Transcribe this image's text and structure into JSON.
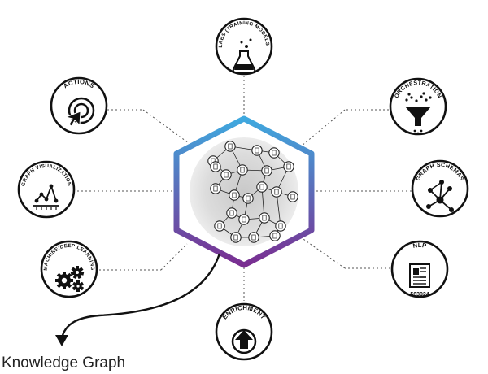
{
  "hub": {
    "label": "Knowledge Graph"
  },
  "modules": [
    {
      "id": "labs",
      "label": "LABS (TRAINING MODELS)",
      "icon": "flask-icon"
    },
    {
      "id": "orchestration",
      "label": "ORCHESTRATION",
      "icon": "funnel-icon"
    },
    {
      "id": "graph-schemas",
      "label": "GRAPH SCHEMAS",
      "icon": "network-icon"
    },
    {
      "id": "nlp",
      "label": "NLP",
      "icon": "document-icon",
      "caption": "563924"
    },
    {
      "id": "enrichment",
      "label": "ENRICHMENT",
      "icon": "upload-arrow-icon"
    },
    {
      "id": "machine-learning",
      "label": "MACHINE/DEEP LEARNING",
      "icon": "gears-icon"
    },
    {
      "id": "graph-visualization",
      "label": "GRAPH VISUALIZATION",
      "icon": "line-graph-icon"
    },
    {
      "id": "actions",
      "label": "ACTIONS",
      "icon": "target-cursor-icon"
    }
  ],
  "colors": {
    "gradient_top": "#3fa9df",
    "gradient_bottom": "#7a2e91",
    "stroke": "#111111",
    "node": "#ffffff",
    "blob": "#d8d8d8"
  }
}
